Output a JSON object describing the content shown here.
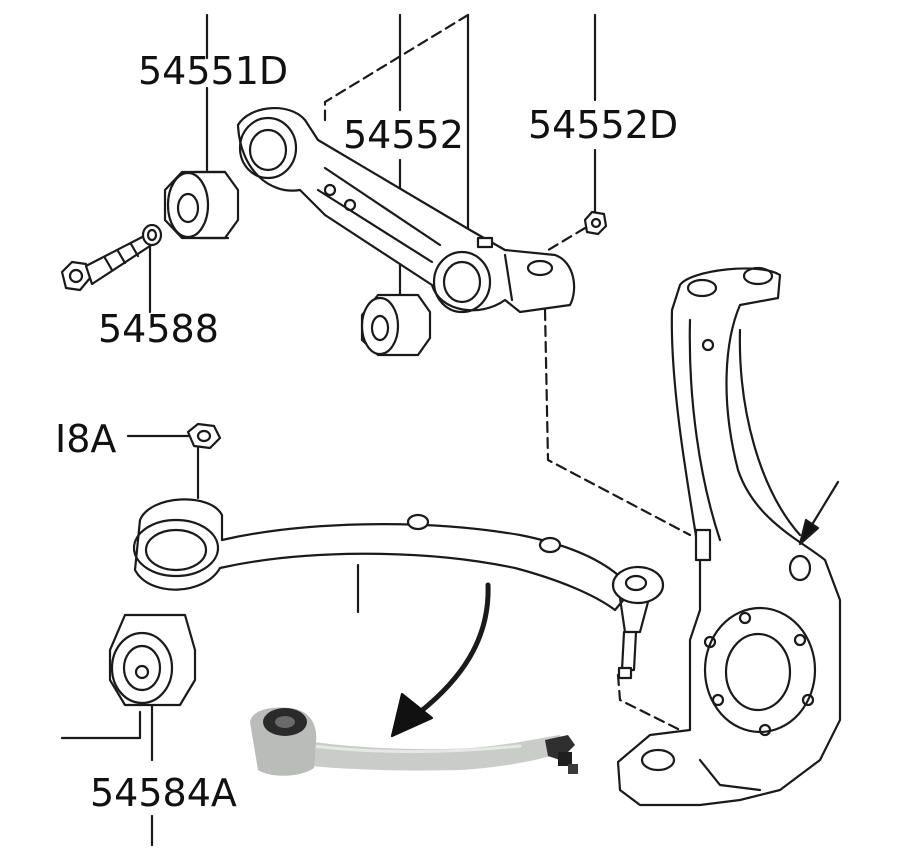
{
  "labels": {
    "upper_bushing": "54551D",
    "upper_arm": "54552",
    "upper_bolt_nut": "54552D",
    "upper_bolt_washer": "54588",
    "lower_nut": "I8A",
    "lower_bushing": "54584A"
  },
  "colors": {
    "line": "#1a1a1a",
    "part_fill": "#ffffff",
    "photo_metal": "#c9ccc9",
    "photo_dark": "#2a2a2a",
    "arrow": "#111111"
  }
}
